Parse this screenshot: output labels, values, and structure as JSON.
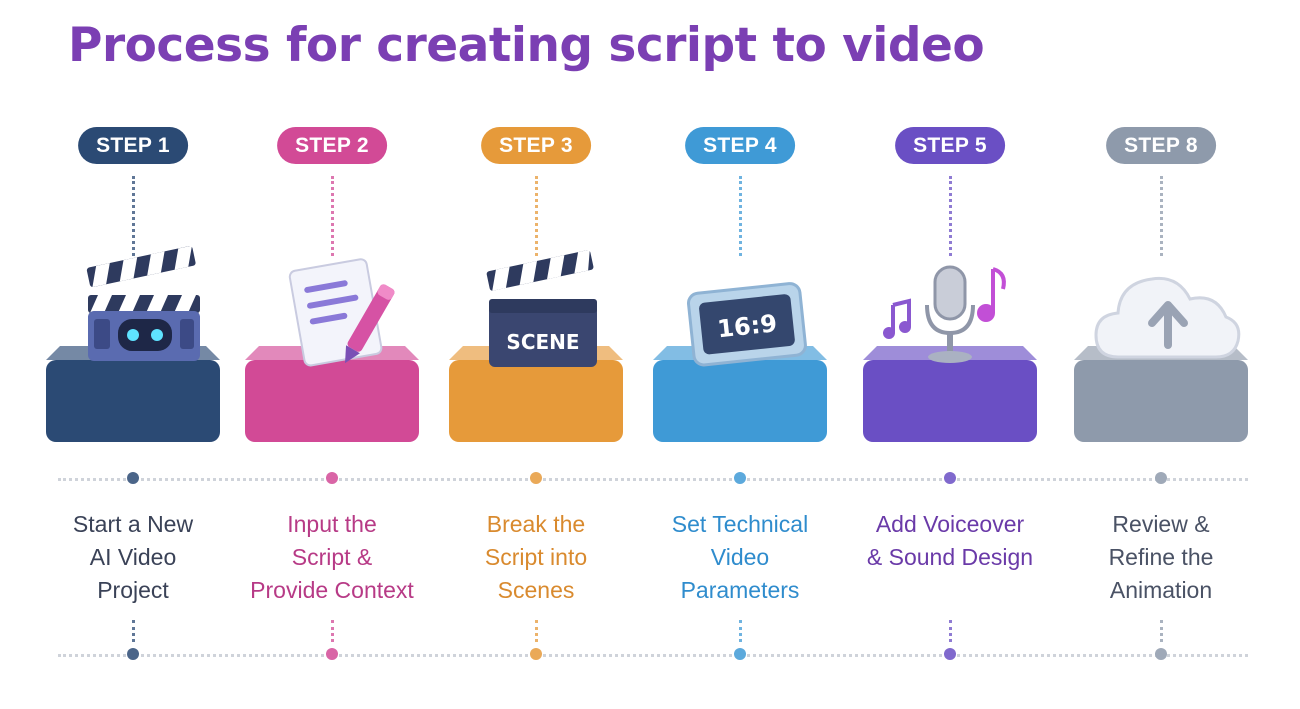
{
  "title": "Process for creating script to video",
  "colors": {
    "title": "#7b3fb3",
    "steps": [
      "#2b4a74",
      "#d24a96",
      "#e69a3a",
      "#3f9ad6",
      "#6a4fc4",
      "#8e9aab"
    ],
    "labels": [
      "#3a4257",
      "#b73a86",
      "#d98a2e",
      "#2f8ccd",
      "#6a3aa8",
      "#4a5265"
    ]
  },
  "steps": [
    {
      "badge": "STEP 1",
      "icon": "clapperboard-robot-icon",
      "label_lines": [
        "Start a New",
        "AI Video",
        "Project"
      ]
    },
    {
      "badge": "STEP 2",
      "icon": "document-pencil-icon",
      "label_lines": [
        "Input the",
        "Script &",
        "Provide Context"
      ]
    },
    {
      "badge": "STEP 3",
      "icon": "scene-clapperboard-icon",
      "icon_text": "SCENE",
      "label_lines": [
        "Break the",
        "Script into",
        "Scenes"
      ]
    },
    {
      "badge": "STEP 4",
      "icon": "monitor-aspect-ratio-icon",
      "icon_text": "16:9",
      "label_lines": [
        "Set Technical",
        "Video",
        "Parameters"
      ]
    },
    {
      "badge": "STEP 5",
      "icon": "microphone-music-notes-icon",
      "label_lines": [
        "Add Voiceover",
        "& Sound Design"
      ]
    },
    {
      "badge": "STEP 8",
      "icon": "cloud-upload-icon",
      "label_lines": [
        "Review &",
        "Refine the",
        "Animation"
      ]
    }
  ]
}
